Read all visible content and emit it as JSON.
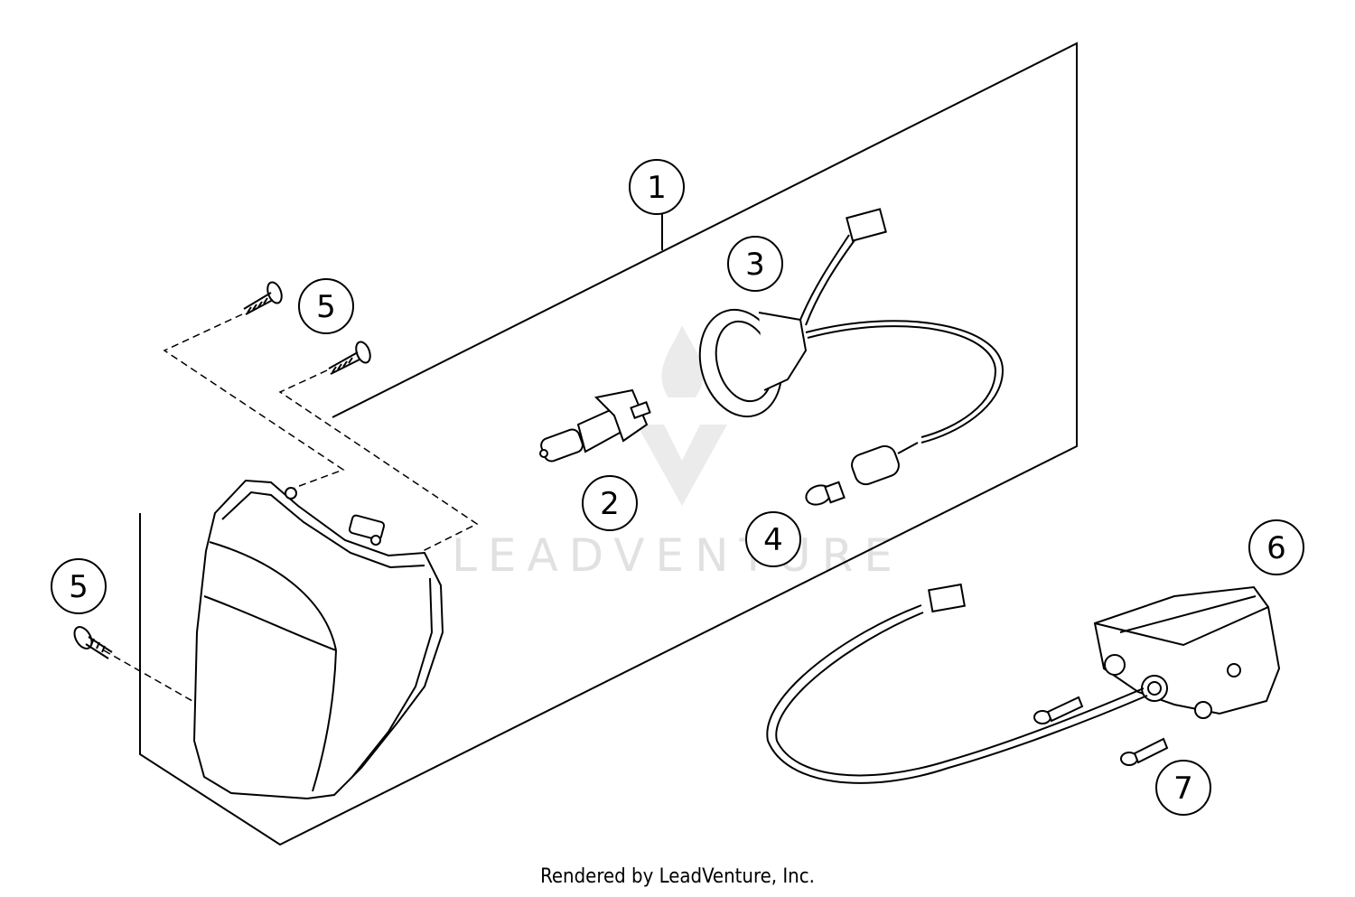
{
  "callouts": [
    {
      "id": "1",
      "label": "1"
    },
    {
      "id": "2",
      "label": "2"
    },
    {
      "id": "3",
      "label": "3"
    },
    {
      "id": "4",
      "label": "4"
    },
    {
      "id": "5a",
      "label": "5"
    },
    {
      "id": "5b",
      "label": "5"
    },
    {
      "id": "6",
      "label": "6"
    },
    {
      "id": "7",
      "label": "7"
    }
  ],
  "watermark": {
    "text": "LEADVENTURE"
  },
  "footer": {
    "text": "Rendered by LeadVenture, Inc."
  },
  "colors": {
    "line": "#000000",
    "watermark": "#c9c9c9"
  }
}
